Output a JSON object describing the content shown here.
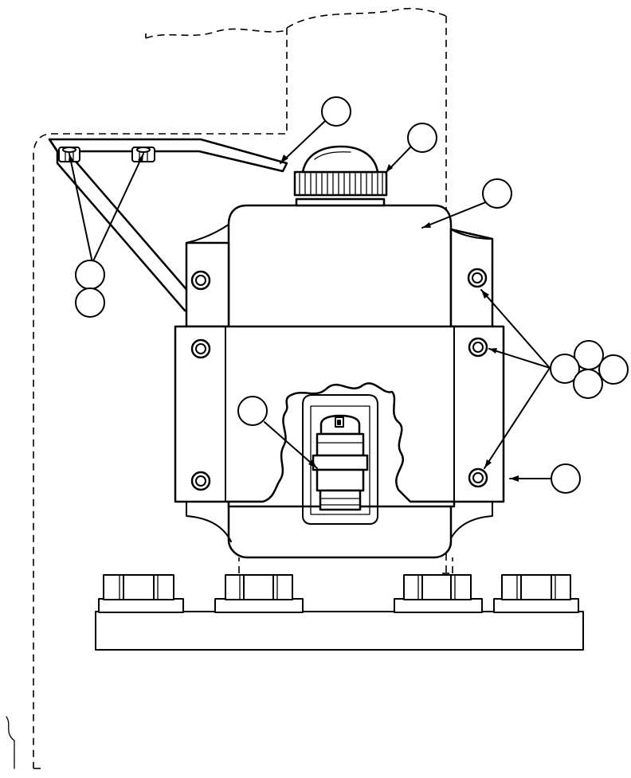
{
  "figure": {
    "description_colors": {
      "line": "#000000",
      "background": "#ffffff"
    },
    "callouts_note": "",
    "icons": [
      "filler-cap",
      "reservoir",
      "strap",
      "bolt",
      "nut",
      "sensor-switch",
      "bracket"
    ]
  }
}
